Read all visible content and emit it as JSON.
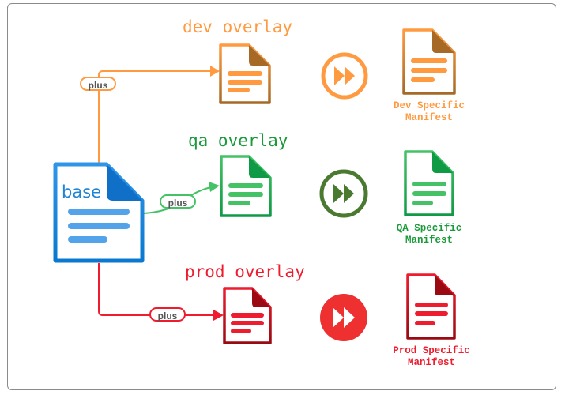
{
  "diagram": {
    "base": {
      "label": "base",
      "color": "#1e88e5"
    },
    "connector_label": "plus",
    "rows": [
      {
        "key": "dev",
        "overlay_title": "dev overlay",
        "manifest_caption_line1": "Dev Specific",
        "manifest_caption_line2": "Manifest",
        "color": "#ff9a40",
        "dark": "#a66a26",
        "button_style": "ring"
      },
      {
        "key": "qa",
        "overlay_title": "qa overlay",
        "manifest_caption_line1": "QA Specific",
        "manifest_caption_line2": "Manifest",
        "color": "#45c265",
        "dark": "#0f9a45",
        "title_color": "#1a9a3a",
        "button_color": "#4a7a30",
        "button_style": "ring"
      },
      {
        "key": "prod",
        "overlay_title": "prod overlay",
        "manifest_caption_line1": "Prod Specific",
        "manifest_caption_line2": "Manifest",
        "color": "#ee1c2e",
        "dark": "#9a0a12",
        "button_color": "#ee3030",
        "button_style": "filled"
      }
    ],
    "icons": {
      "document": "document-icon",
      "fast_forward": "fast-forward-icon"
    }
  }
}
